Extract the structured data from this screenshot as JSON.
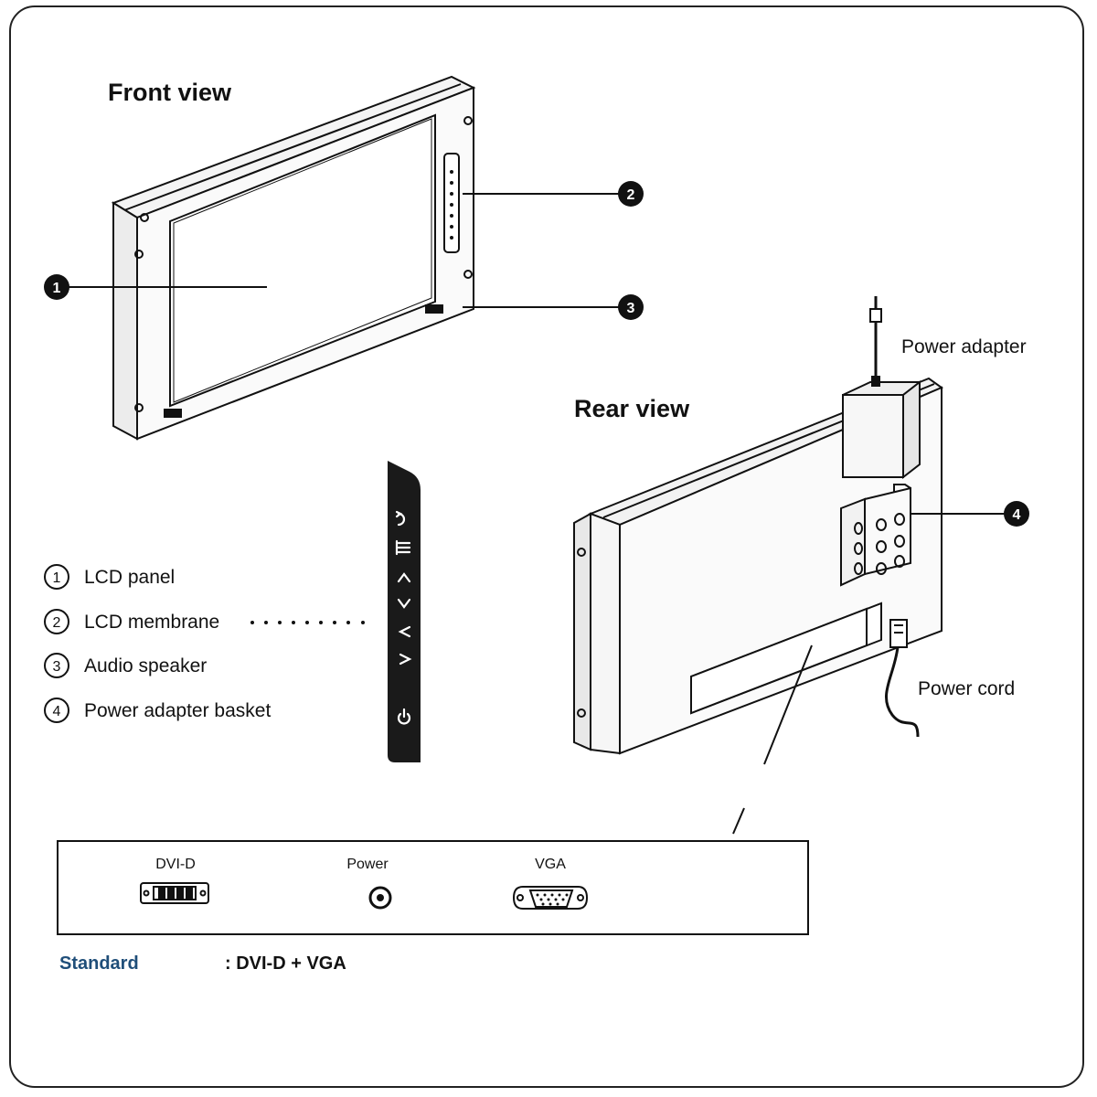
{
  "front": {
    "title": "Front view"
  },
  "rear": {
    "title": "Rear view"
  },
  "callouts": [
    {
      "num": "1"
    },
    {
      "num": "2"
    },
    {
      "num": "3"
    },
    {
      "num": "4"
    }
  ],
  "legend": [
    {
      "num": "1",
      "label": "LCD panel"
    },
    {
      "num": "2",
      "label": "LCD membrane"
    },
    {
      "num": "3",
      "label": "Audio speaker"
    },
    {
      "num": "4",
      "label": "Power adapter basket"
    }
  ],
  "membrane_buttons": [
    {
      "icon": "return-icon"
    },
    {
      "icon": "menu-icon"
    },
    {
      "icon": "up-arrow-icon"
    },
    {
      "icon": "down-arrow-icon"
    },
    {
      "icon": "left-arrow-icon"
    },
    {
      "icon": "right-arrow-icon"
    },
    {
      "icon": "power-icon"
    }
  ],
  "rear_labels": {
    "power_adapter": "Power adapter",
    "power_cord": "Power cord"
  },
  "ports": {
    "dvi": "DVI-D",
    "power": "Power",
    "vga": "VGA"
  },
  "standard": {
    "label": "Standard",
    "value": ": DVI-D  +  VGA"
  },
  "colors": {
    "accent": "#1f4e79",
    "line": "#111111"
  }
}
